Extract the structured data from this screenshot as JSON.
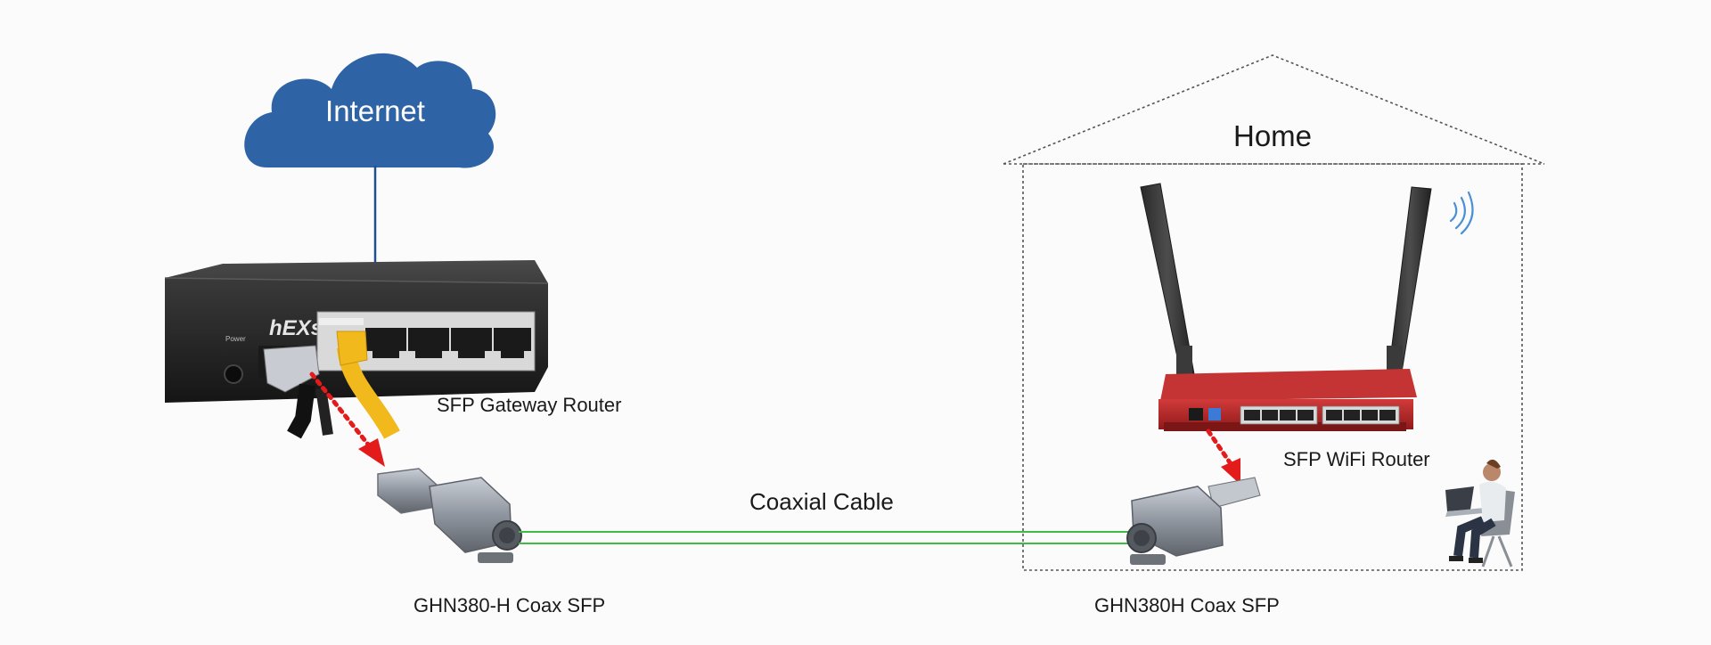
{
  "labels": {
    "internet": "Internet",
    "home": "Home",
    "sfp_gateway_router": "SFP Gateway Router",
    "sfp_wifi_router": "SFP WiFi Router",
    "coaxial_cable": "Coaxial Cable",
    "left_sfp": "GHN380-H Coax SFP",
    "right_sfp": "GHN380H Coax SFP"
  },
  "device_text": {
    "gateway_brand": "hEXs",
    "power": "Power"
  },
  "colors": {
    "cloud": "#2e63a6",
    "internet_link": "#1d4f91",
    "coax_cable": "#3dbb45",
    "sfp_insert_arrow": "#e31b1b",
    "gateway_body": "#2c2c2c",
    "wifi_router_body": "#b32424",
    "ethernet_cable": "#f2b91c",
    "house_outline": "#555555",
    "wifi_signal": "#4a90d9"
  },
  "icons": {
    "internet": "cloud-icon",
    "gateway": "gateway-router-icon",
    "wifi_router": "wifi-router-icon",
    "sfp": "coax-sfp-module-icon",
    "user": "person-at-laptop-icon",
    "signal": "wifi-signal-icon"
  }
}
